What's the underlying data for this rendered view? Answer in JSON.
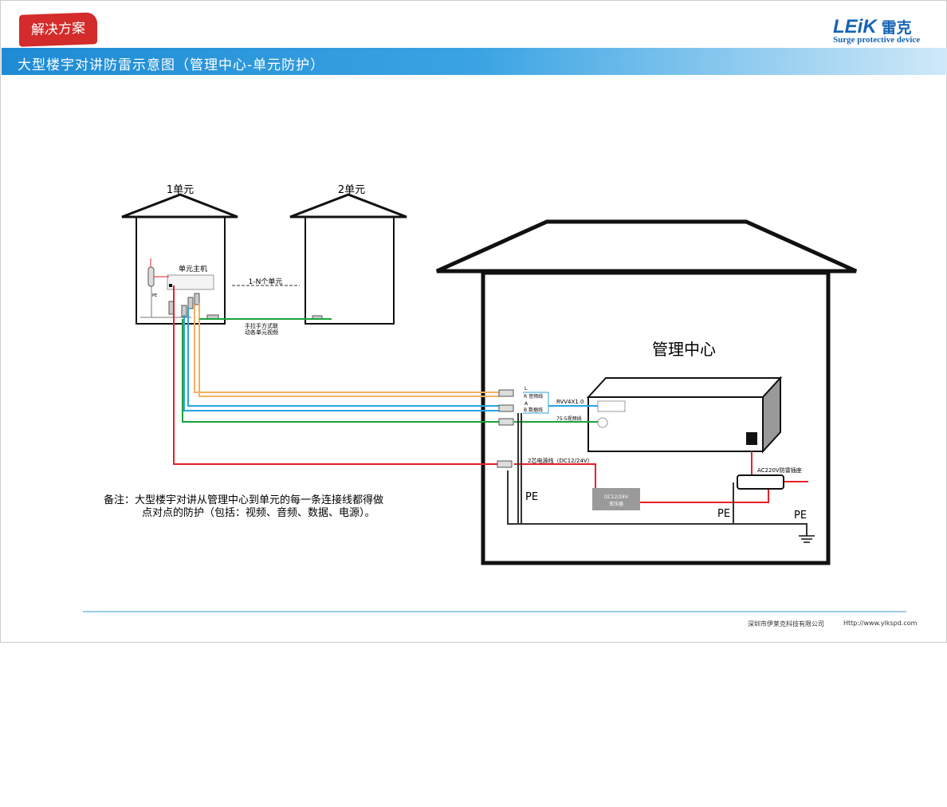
{
  "header": {
    "tag": "解决方案",
    "title": "大型楼宇对讲防雷示意图（管理中心-单元防护）",
    "logo_brand": "LEiK",
    "logo_cn": "雷克",
    "logo_sub": "Surge protective device"
  },
  "diagram": {
    "unit1": "1单元",
    "unit2": "2单元",
    "unit_host": "单元主机",
    "n_units": "1-N个单元",
    "video_note_1": "手拉手方式联",
    "video_note_2": "动各单元视频",
    "pe": "PE",
    "center": "管理中心",
    "line_L": "L",
    "line_R": "R 音频线",
    "line_A": "A",
    "line_B": "B 数据线",
    "rvv": "RVV4X1.0",
    "video_cable": "75-5视频线",
    "power_cable": "2芯电源线（DC12/24V）",
    "transformer_1": "DC12/24V",
    "transformer_2": "变压器",
    "socket": "AC220V防雷插座"
  },
  "note": {
    "line1": "备注：大型楼宇对讲从管理中心到单元的每一条连接线都得做",
    "line2": "点对点的防护（包括：视频、音频、数据、电源）。"
  },
  "footer": {
    "company": "深圳市伊莱克科技有限公司",
    "url": "Http://www.ylkspd.com"
  },
  "colors": {
    "audio": "#f5b060",
    "data": "#29a3e0",
    "video": "#1aa33a",
    "power": "#e8202a"
  }
}
